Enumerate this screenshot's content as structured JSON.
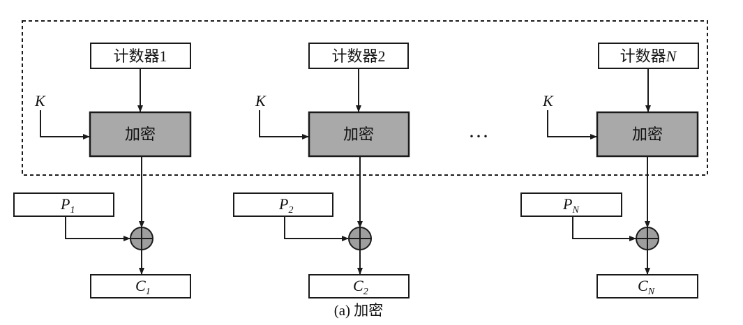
{
  "diagram": {
    "caption": "(a) 加密",
    "ellipsis": "···",
    "encrypt_label": "加密",
    "key_label": "K",
    "columns": [
      {
        "counter_prefix": "计数器",
        "counter_index": "1",
        "counter_index_italic": false,
        "plain_main": "P",
        "plain_sub": "1",
        "cipher_main": "C",
        "cipher_sub": "1"
      },
      {
        "counter_prefix": "计数器",
        "counter_index": "2",
        "counter_index_italic": false,
        "plain_main": "P",
        "plain_sub": "2",
        "cipher_main": "C",
        "cipher_sub": "2"
      },
      {
        "counter_prefix": "计数器",
        "counter_index": "N",
        "counter_index_italic": true,
        "plain_main": "P",
        "plain_sub": "N",
        "cipher_main": "C",
        "cipher_sub": "N"
      }
    ],
    "colors": {
      "encrypt_fill": "#a9a9a9",
      "xor_fill": "#9e9e9e",
      "stroke": "#1a1a1a"
    }
  }
}
